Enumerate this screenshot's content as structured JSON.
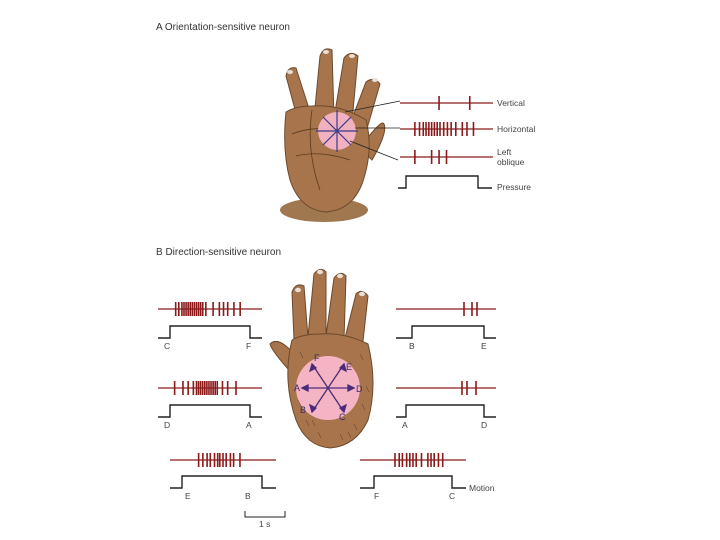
{
  "panel_a": {
    "title": "A  Orientation-sensitive neuron",
    "traces": [
      {
        "label": "Vertical",
        "spikes": [
          0.42,
          0.75
        ]
      },
      {
        "label": "Horizontal",
        "spikes": [
          0.16,
          0.21,
          0.25,
          0.28,
          0.31,
          0.34,
          0.37,
          0.4,
          0.43,
          0.47,
          0.51,
          0.55,
          0.6,
          0.67,
          0.72,
          0.79
        ]
      },
      {
        "label": "Left",
        "label2": "oblique",
        "spikes": [
          0.16,
          0.34,
          0.42,
          0.5
        ]
      },
      {
        "label": "Pressure"
      }
    ]
  },
  "panel_b": {
    "title": "B  Direction-sensitive neuron",
    "points": [
      "F",
      "E",
      "A",
      "D",
      "B",
      "C"
    ],
    "traces": [
      {
        "start": "C",
        "end": "F",
        "spikes": [
          0.17,
          0.2,
          0.23,
          0.25,
          0.27,
          0.29,
          0.31,
          0.33,
          0.35,
          0.37,
          0.39,
          0.41,
          0.43,
          0.46,
          0.53,
          0.59,
          0.63,
          0.67,
          0.73,
          0.79
        ]
      },
      {
        "start": "B",
        "end": "E",
        "spikes": [
          0.68,
          0.76,
          0.81
        ]
      },
      {
        "start": "D",
        "end": "A",
        "spikes": [
          0.16,
          0.24,
          0.29,
          0.34,
          0.37,
          0.39,
          0.41,
          0.43,
          0.45,
          0.47,
          0.49,
          0.51,
          0.53,
          0.55,
          0.57,
          0.62,
          0.67,
          0.75
        ]
      },
      {
        "start": "A",
        "end": "D",
        "spikes": [
          0.66,
          0.71,
          0.8
        ]
      },
      {
        "start": "E",
        "end": "B",
        "spikes": [
          0.27,
          0.31,
          0.35,
          0.38,
          0.42,
          0.45,
          0.47,
          0.5,
          0.53,
          0.57,
          0.6,
          0.66
        ]
      },
      {
        "start": "F",
        "end": "C",
        "spikes": [
          0.33,
          0.37,
          0.4,
          0.44,
          0.47,
          0.5,
          0.53,
          0.58,
          0.64,
          0.67,
          0.7,
          0.74,
          0.78
        ]
      }
    ],
    "motion_label": "Motion",
    "scale_label": "1 s"
  },
  "colors": {
    "spike": "#8b1a1a",
    "step": "#222222",
    "skin": "#a8744b",
    "skin_dark": "#6b4a2e",
    "receptive_field": "#f4b4c4",
    "arrow": "#4a2a7a"
  }
}
